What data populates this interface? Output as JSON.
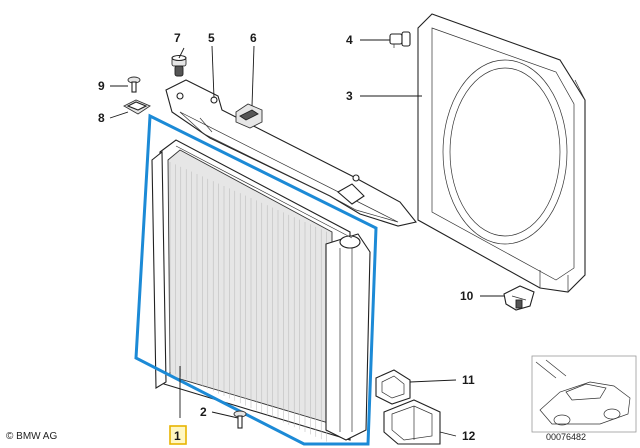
{
  "callouts": [
    {
      "id": "1",
      "label": "1",
      "selected": true
    },
    {
      "id": "2",
      "label": "2"
    },
    {
      "id": "3",
      "label": "3"
    },
    {
      "id": "4",
      "label": "4"
    },
    {
      "id": "5",
      "label": "5"
    },
    {
      "id": "6",
      "label": "6"
    },
    {
      "id": "7",
      "label": "7"
    },
    {
      "id": "8",
      "label": "8"
    },
    {
      "id": "9",
      "label": "9"
    },
    {
      "id": "10",
      "label": "10"
    },
    {
      "id": "11",
      "label": "11"
    },
    {
      "id": "12",
      "label": "12"
    }
  ],
  "credit": "© BMW AG",
  "doc_number": "00076482",
  "colors": {
    "highlight": "#1c8ad6",
    "selected_box": "#e8b400",
    "line": "#222222"
  }
}
